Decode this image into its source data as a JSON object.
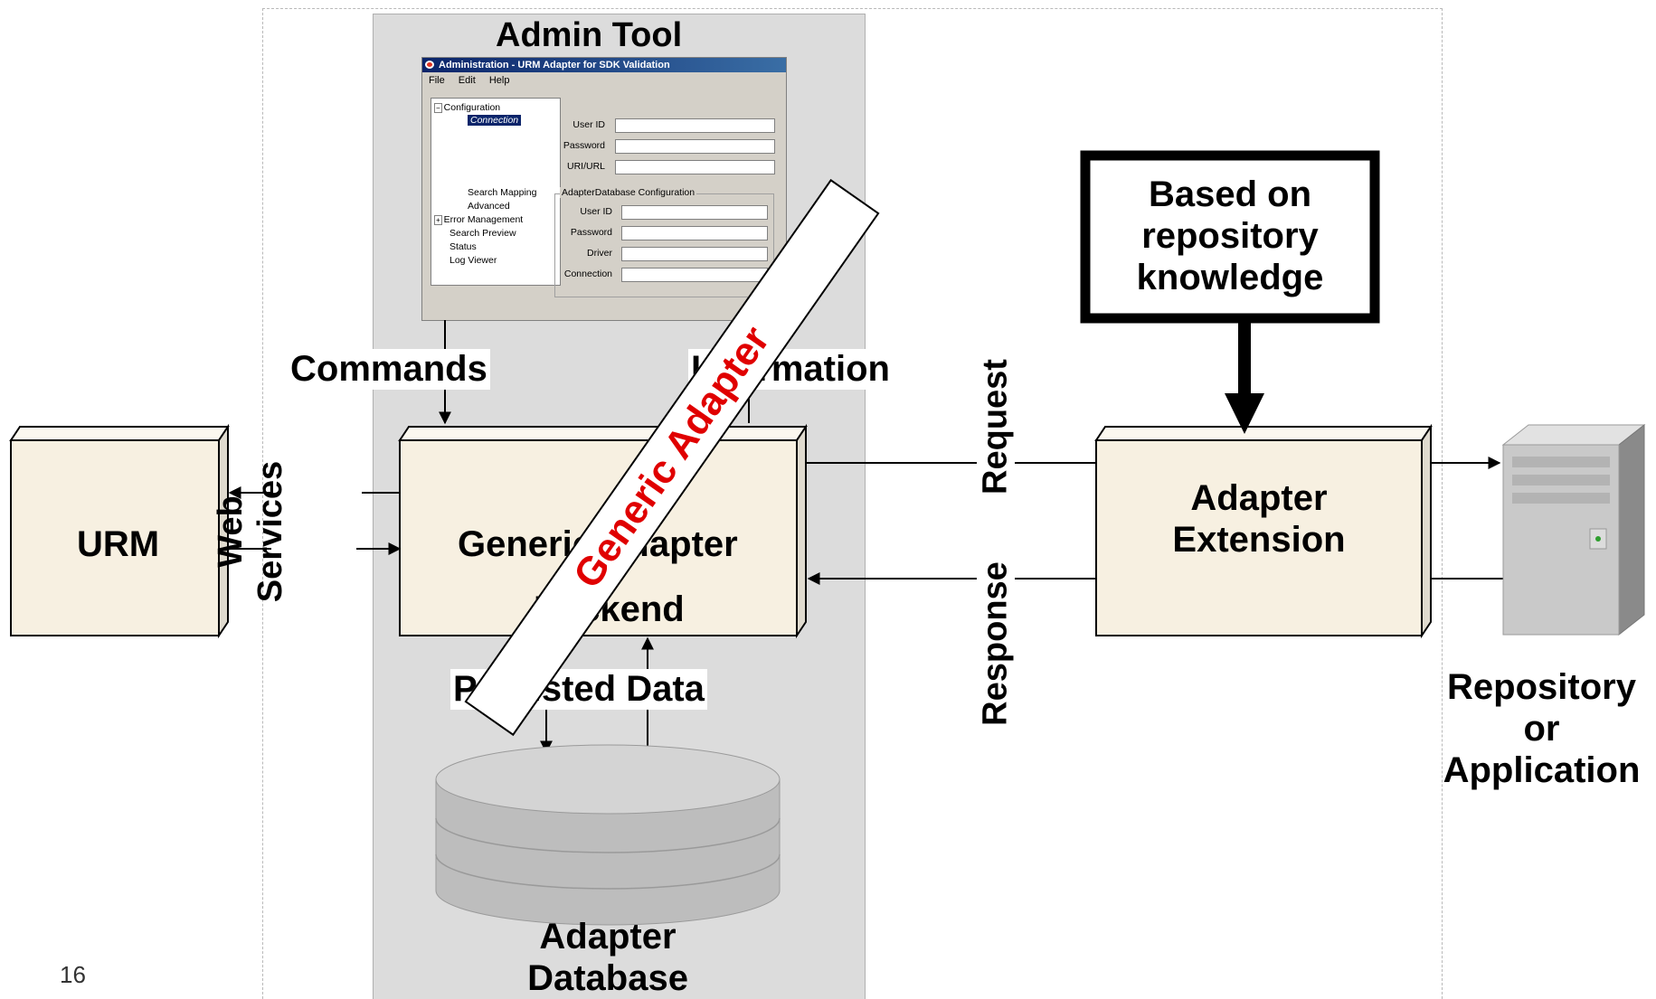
{
  "page_number": "16",
  "admin_tool": {
    "title": "Admin Tool",
    "window_title": "Administration - URM Adapter for SDK Validation",
    "menu": [
      "File",
      "Edit",
      "Help"
    ],
    "tree": [
      "Configuration",
      "Connection",
      "Search Mapping",
      "Advanced",
      "Error Management",
      "Search Preview",
      "Status",
      "Log Viewer"
    ],
    "connection_fields": [
      "User ID",
      "Password",
      "URI/URL"
    ],
    "group_title": "AdapterDatabase Configuration",
    "db_fields": [
      "User ID",
      "Password",
      "Driver",
      "Connection"
    ]
  },
  "labels": {
    "commands": "Commands",
    "information": "Information",
    "web": "Web",
    "services": "Services",
    "persisted_data": "Persisted Data",
    "request": "Request",
    "response": "Response"
  },
  "boxes": {
    "urm": "URM",
    "generic_adapter": "Generic Adapter",
    "backend": "Backend",
    "adapter_extension_1": "Adapter",
    "adapter_extension_2": "Extension"
  },
  "knowledge_box": [
    "Based on",
    "repository",
    "knowledge"
  ],
  "database": [
    "Adapter",
    "Database"
  ],
  "repository": [
    "Repository",
    "or",
    "Application"
  ],
  "banner": "Generic Adapter",
  "colors": {
    "box_fill": "#f7f0e1",
    "panel_gray": "#dcdcdc",
    "banner_text": "#e00000",
    "db_gray": "#bdbdbd"
  }
}
